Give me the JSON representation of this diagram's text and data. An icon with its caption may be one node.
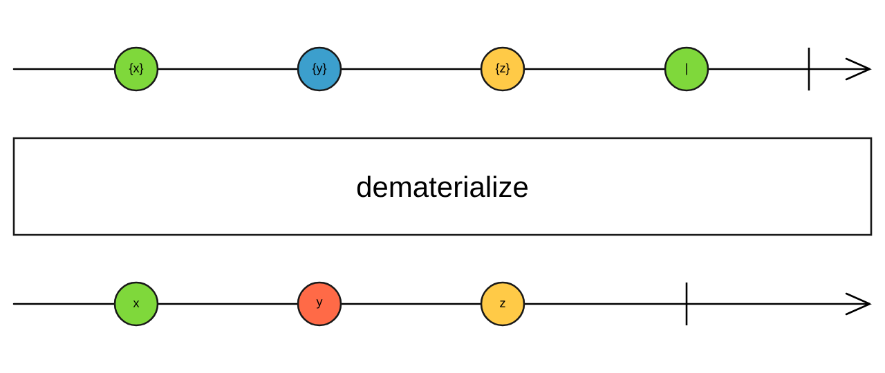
{
  "diagram": {
    "nodes": [
      {
        "text": [
          "{x}"
        ]
      },
      {
        "text": [
          "{y}"
        ]
      },
      {
        "text": [
          "{z}"
        ]
      },
      {
        "text": [
          "|"
        ]
      },
      {
        "text": [
          "dematerialize"
        ]
      },
      {
        "text": [
          "x"
        ]
      },
      {
        "text": [
          "y"
        ]
      },
      {
        "text": [
          "z"
        ]
      }
    ],
    "edges": []
  }
}
